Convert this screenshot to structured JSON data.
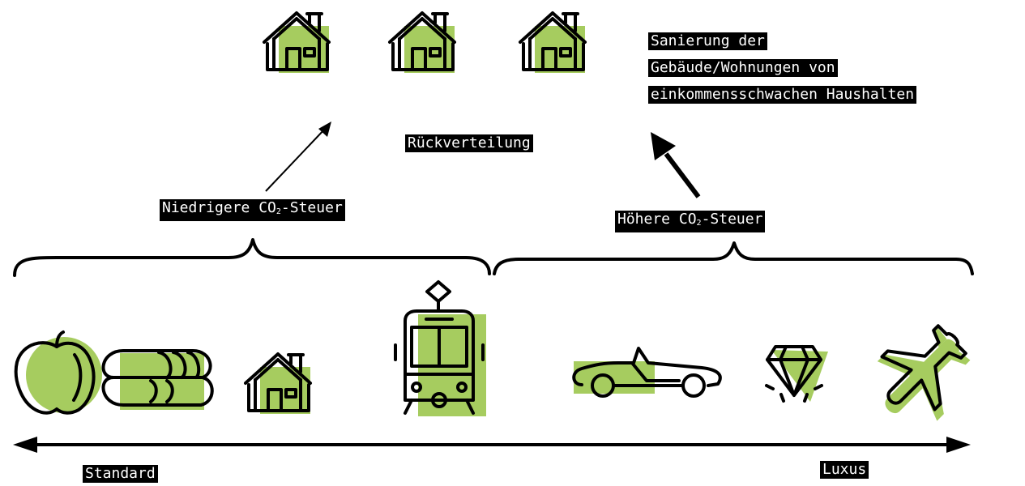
{
  "labels": {
    "renovation_line1": "Sanierung der",
    "renovation_line2": "Gebäude/Wohnungen von",
    "renovation_line3": "einkommensschwachen Haushalten",
    "redistribution": "Rückverteilung",
    "lower_tax_pre": "Niedrigere CO",
    "lower_tax_sub": "2",
    "lower_tax_post": "-Steuer",
    "higher_tax_pre": "Höhere CO",
    "higher_tax_sub": "2",
    "higher_tax_post": "-Steuer",
    "standard": "Standard",
    "luxury": "Luxus"
  },
  "colors": {
    "accent": "#a6cc5f",
    "ink": "#000000",
    "background": "#ffffff"
  },
  "icons": {
    "top": [
      "house-icon",
      "house-icon",
      "house-icon"
    ],
    "standard": [
      "apple-icon",
      "bread-icon",
      "house-icon",
      "tram-icon"
    ],
    "luxury": [
      "car-icon",
      "diamond-icon",
      "airplane-icon"
    ]
  }
}
